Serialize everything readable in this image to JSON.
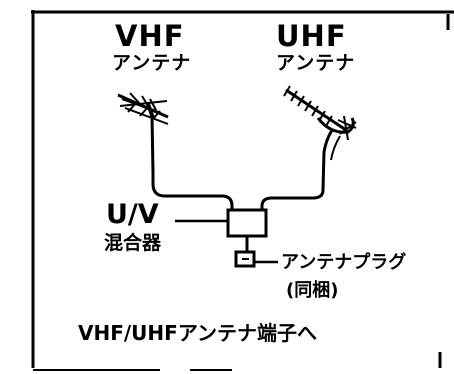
{
  "vhf_antenna": {
    "band": "VHF",
    "label": "アンテナ"
  },
  "uhf_antenna": {
    "band": "UHF",
    "label": "アンテナ"
  },
  "mixer": {
    "line1": "U/V",
    "line2": "混合器"
  },
  "plug": {
    "line1": "アンテナプラグ",
    "line2": "(同梱)"
  },
  "destination": {
    "text": "VHF/UHFアンテナ端子へ"
  }
}
